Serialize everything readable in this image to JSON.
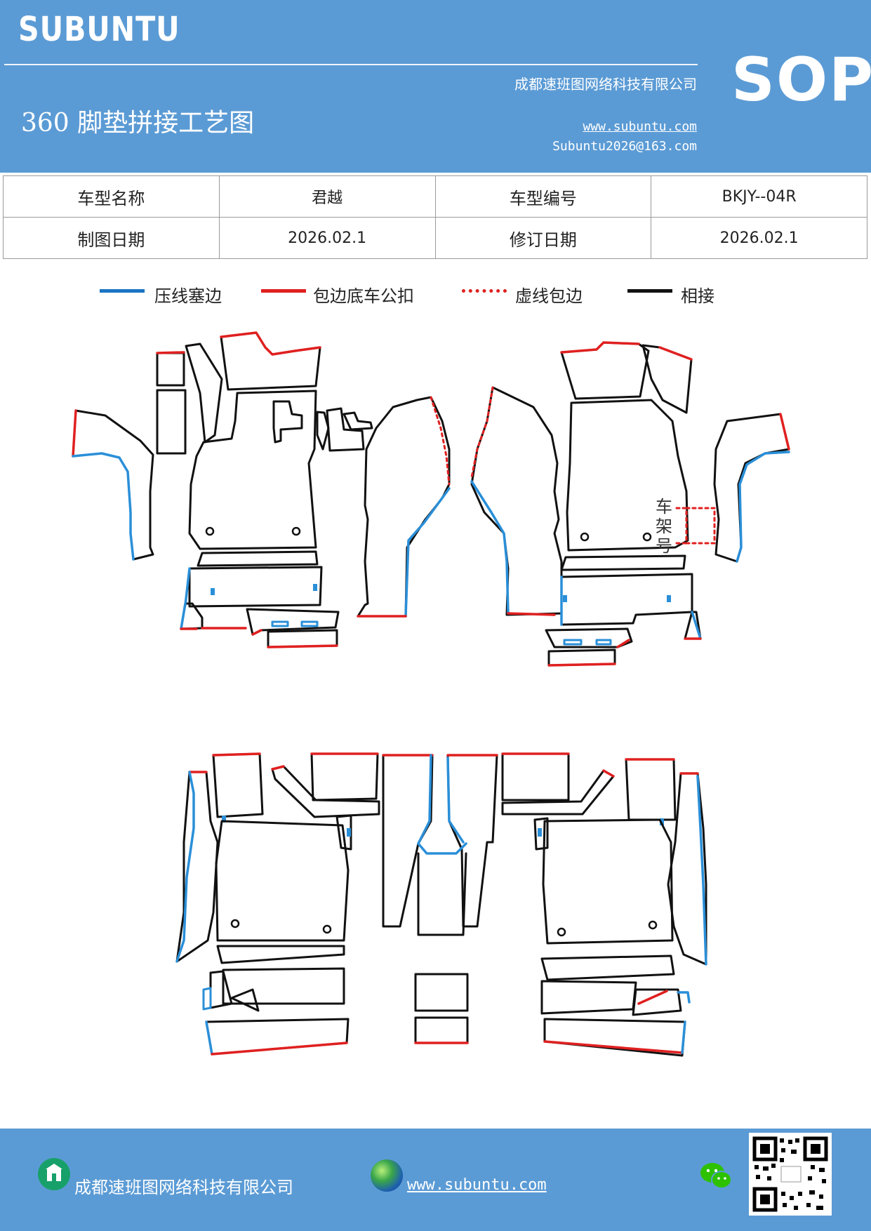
{
  "header": {
    "brand": "SUBUNTU",
    "company": "成都速班图网络科技有限公司",
    "title": "360 脚垫拼接工艺图",
    "website": "www.subuntu.com",
    "email": "Subuntu2026@163.com",
    "badge": "SOP"
  },
  "info_table": {
    "row1": [
      "车型名称",
      "君越",
      "车型编号",
      "BKJY--04R"
    ],
    "row2": [
      "制图日期",
      "2026.02.1",
      "修订日期",
      "2026.02.1"
    ]
  },
  "legend": [
    {
      "label": "压线塞边",
      "color": "#1a75c4",
      "style": "solid"
    },
    {
      "label": "包边底车公扣",
      "color": "#e02020",
      "style": "solid"
    },
    {
      "label": "虚线包边",
      "color": "#e02020",
      "style": "dotted"
    },
    {
      "label": "相接",
      "color": "#111111",
      "style": "solid"
    }
  ],
  "diagram": {
    "frame_label": "车架号"
  },
  "footer": {
    "company": "成都速班图网络科技有限公司",
    "website": "www.subuntu.com"
  },
  "colors": {
    "header_bg": "#5b9bd5",
    "blue_edge": "#2a8fd8",
    "red_edge": "#e02020",
    "outline": "#111111"
  }
}
